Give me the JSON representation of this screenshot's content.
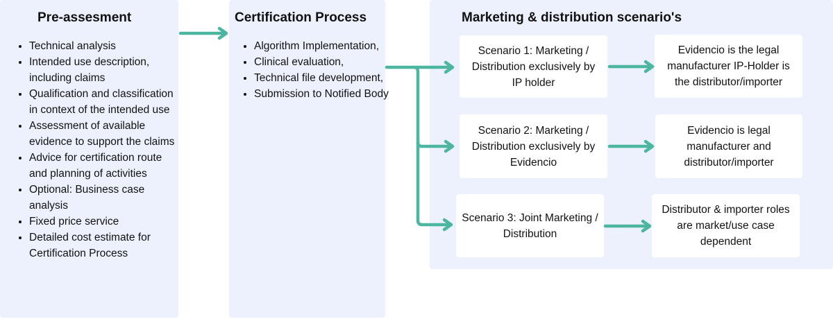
{
  "pre_assessment": {
    "title": "Pre-assesment",
    "items": [
      "Technical analysis",
      "Intended use description, including claims",
      "Qualification and classification in context of the intended use",
      "Assessment of available evidence to support the claims",
      "Advice for certification route and planning of activities",
      "Optional: Business case analysis",
      "Fixed price service",
      "Detailed cost estimate for Certification Process"
    ]
  },
  "certification": {
    "title": "Certification Process",
    "items": [
      "Algorithm Implementation,",
      "Clinical evaluation,",
      "Technical file development,",
      "Submission to Notified Body"
    ]
  },
  "marketing": {
    "title": "Marketing & distribution scenario's",
    "scenarios": [
      "Scenario 1: Marketing / Distribution exclusively by IP holder",
      "Scenario 2: Marketing / Distribution exclusively by Evidencio",
      "Scenario 3: Joint Marketing / Distribution"
    ],
    "outcomes": [
      "Evidencio is the legal manufacturer IP-Holder is the distributor/importer",
      "Evidencio is legal manufacturer and distributor/importer",
      "Distributor & importer roles are market/use case dependent"
    ]
  },
  "colors": {
    "panel": "#edf1fd",
    "arrow": "#4db6a0"
  }
}
